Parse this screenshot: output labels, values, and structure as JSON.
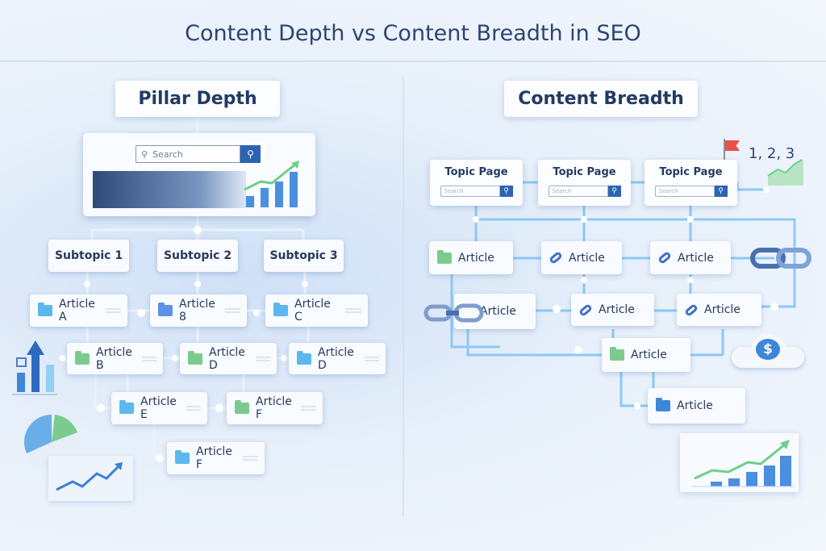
{
  "title": "Content Depth vs Content Breadth in SEO",
  "left": {
    "header": "Pillar Depth",
    "search_placeholder": "Search",
    "subtopics": [
      "Subtopic 1",
      "Subtopic 2",
      "Subtopic 3"
    ],
    "articles": [
      "Article A",
      "Article 8",
      "Article C",
      "Article B",
      "Article D",
      "Article D",
      "Article E",
      "Article F",
      "Article F"
    ]
  },
  "right": {
    "header": "Content Breadth",
    "topic_pages": [
      {
        "label": "Topic Page",
        "placeholder": "Search"
      },
      {
        "label": "Topic Page",
        "placeholder": "Search"
      },
      {
        "label": "Topic Page",
        "placeholder": "Search"
      }
    ],
    "articles": [
      "Article",
      "Article",
      "Article",
      "Article",
      "Article",
      "Article",
      "Article",
      "Article"
    ],
    "rank_label": "1, 2, 3",
    "currency_symbol": "$"
  },
  "colors": {
    "accent": "#2d63b3",
    "green": "#7ccb8e",
    "light_blue": "#5bb8ee",
    "connector": "#8cc8f5",
    "flag": "#e8504a"
  }
}
